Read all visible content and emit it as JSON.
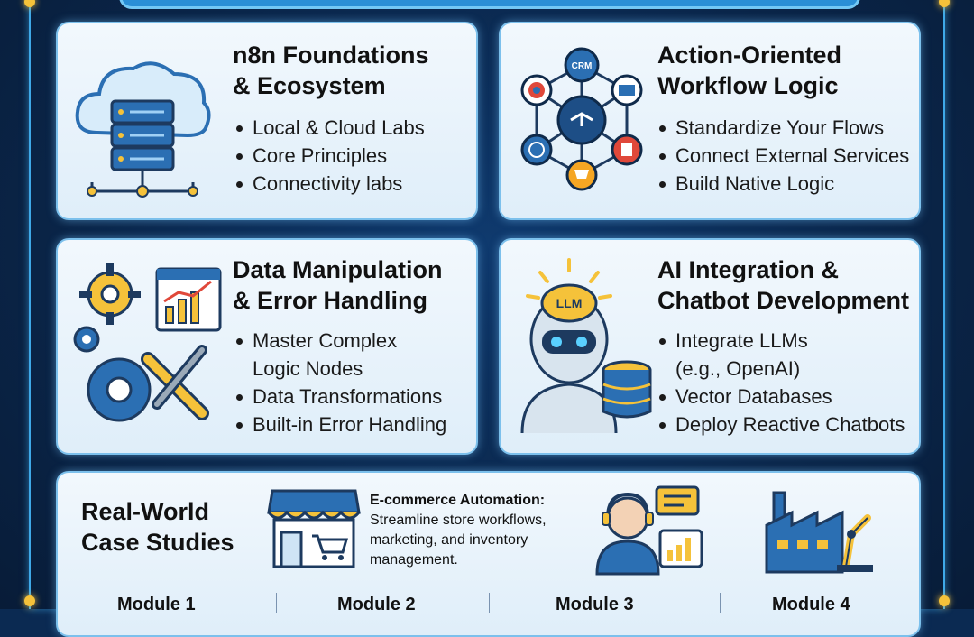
{
  "cards": [
    {
      "title_lines": [
        "n8n Foundations",
        "& Ecosystem"
      ],
      "bullets": [
        "Local & Cloud Labs",
        "Core Principles",
        "Connectivity labs"
      ],
      "icon": "cloud-server-icon"
    },
    {
      "title_lines": [
        "Action-Oriented",
        "Workflow Logic"
      ],
      "bullets": [
        "Standardize Your Flows",
        "Connect External Services",
        "Build Native Logic"
      ],
      "icon": "workflow-network-icon",
      "icon_label": "CRM"
    },
    {
      "title_lines": [
        "Data Manipulation",
        "& Error Handling"
      ],
      "bullets": [
        [
          "Master Complex",
          "Logic Nodes"
        ],
        "Data Transformations",
        "Built-in Error Handling"
      ],
      "icon": "gears-wrench-icon"
    },
    {
      "title_lines": [
        "AI Integration &",
        "Chatbot Development"
      ],
      "bullets": [
        [
          "Integrate LLMs",
          "(e.g., OpenAI)"
        ],
        "Vector Databases",
        "Deploy Reactive Chatbots"
      ],
      "icon": "robot-llm-icon",
      "icon_label": "LLM"
    }
  ],
  "case_studies": {
    "title_lines": [
      "Real-World",
      "Case Studies"
    ],
    "ecommerce_heading": "E-commerce Automation:",
    "ecommerce_text": "Streamline store workflows, marketing, and inventory management.",
    "modules": [
      "Module 1",
      "Module 2",
      "Module 3",
      "Module 4"
    ],
    "icons": [
      "storefront-icon",
      "support-agent-icon",
      "factory-robot-icon"
    ]
  },
  "colors": {
    "background": "#0b2a52",
    "frame": "#3fa9e8",
    "card": "#e8f3fb",
    "accent_blue": "#2b6fb3",
    "accent_yellow": "#f5c23a"
  }
}
